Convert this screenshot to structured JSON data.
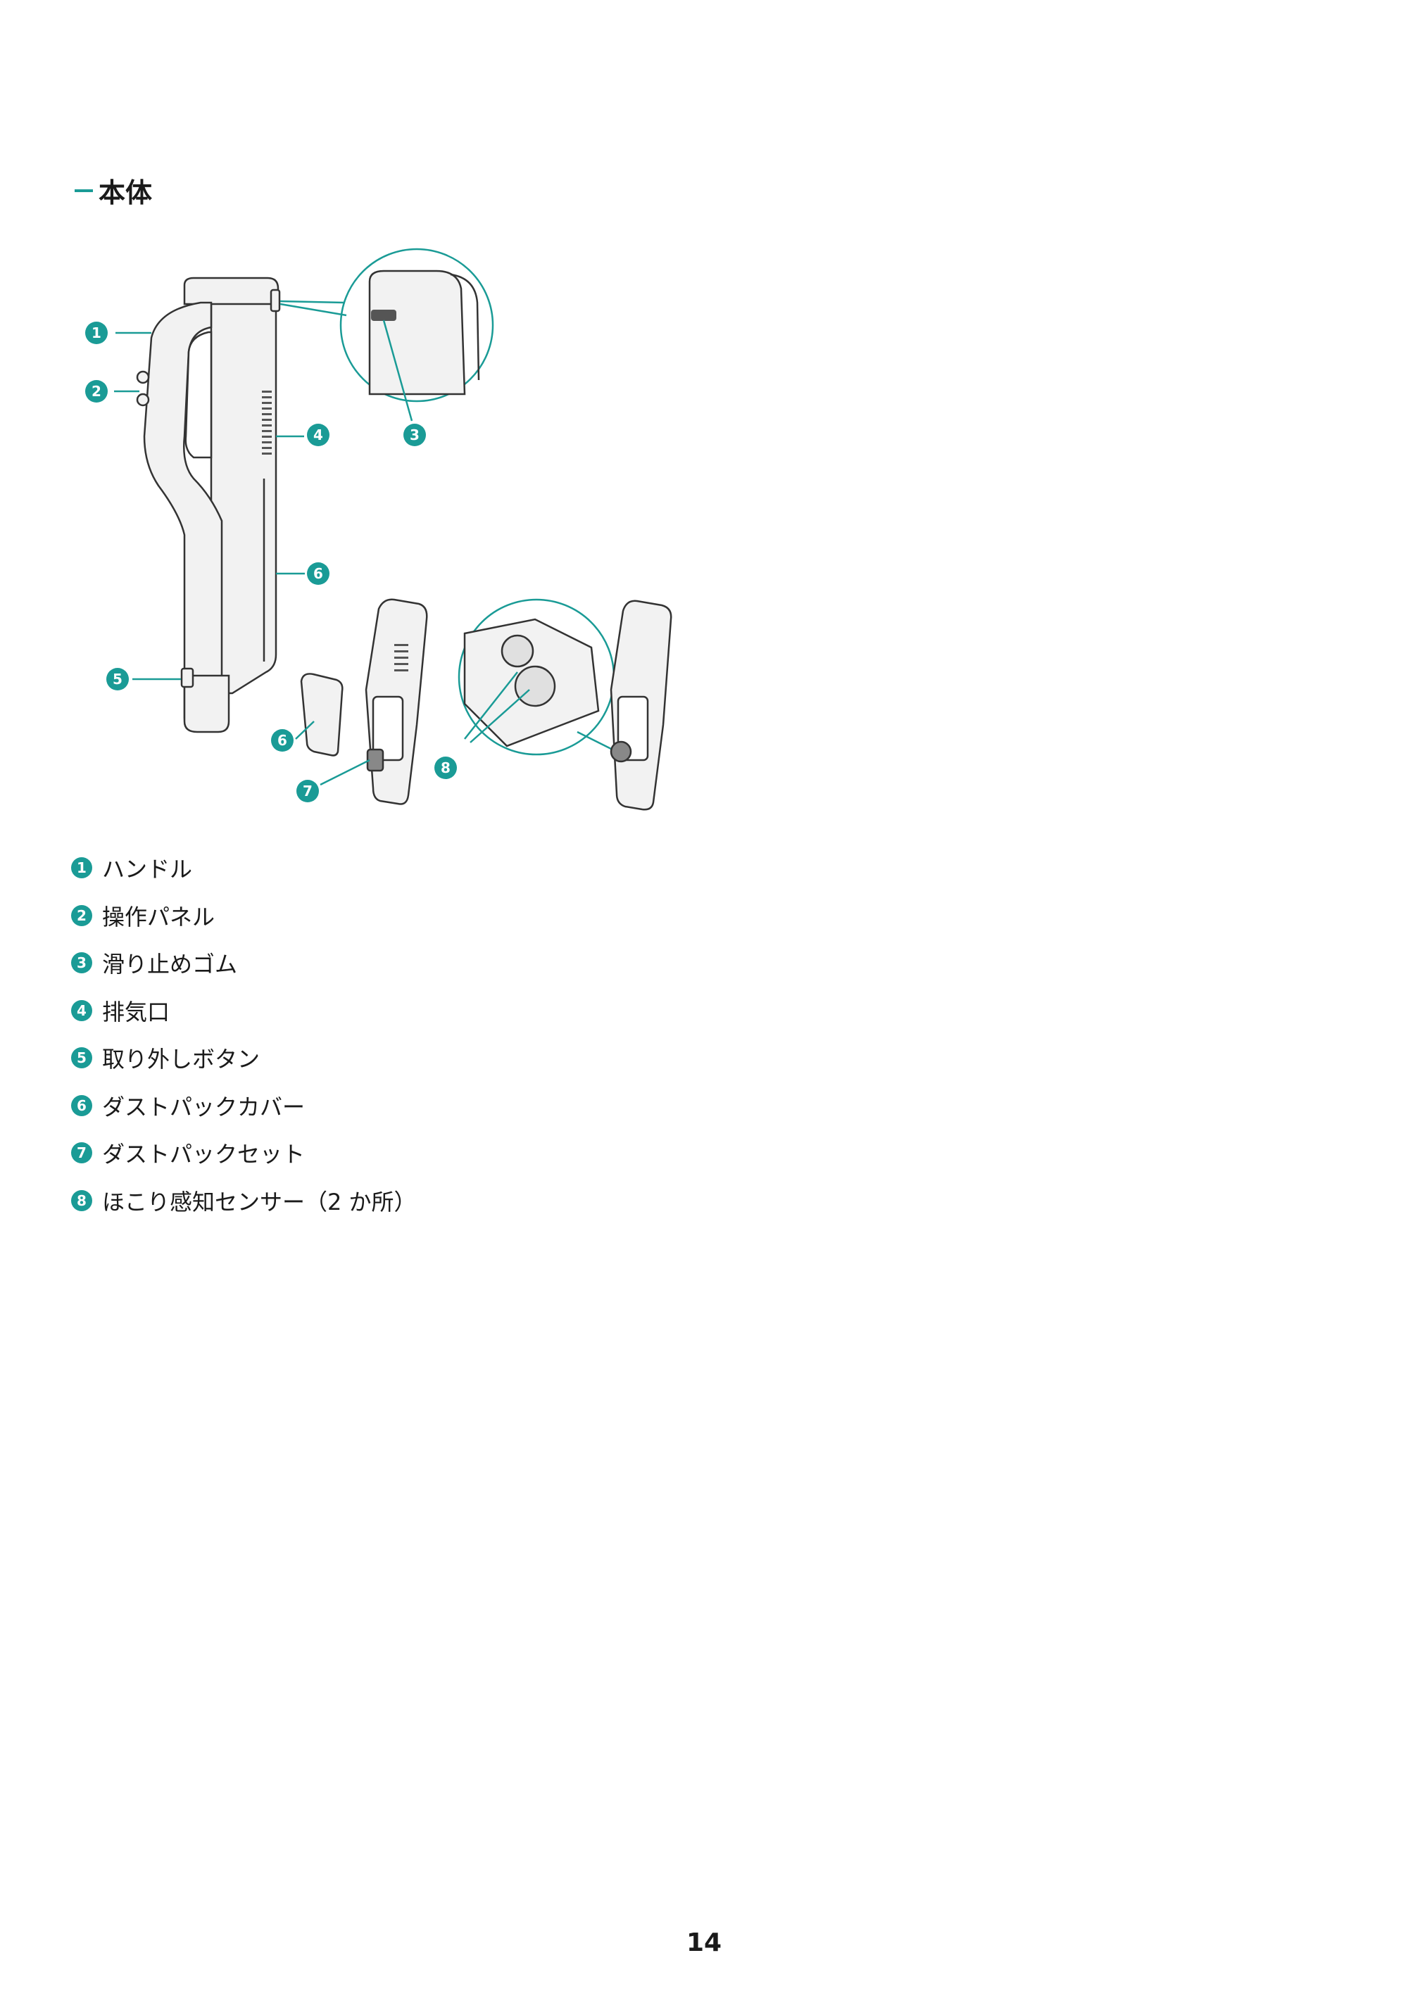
{
  "section_title": "本体",
  "callout_numbers": [
    "1",
    "2",
    "3",
    "4",
    "5",
    "6",
    "6",
    "7",
    "8"
  ],
  "colors": {
    "accent": "#1a9b96",
    "device_fill": "#f2f2f2",
    "device_stroke": "#333333"
  },
  "parts": [
    {
      "number": "1",
      "label": "ハンドル"
    },
    {
      "number": "2",
      "label": "操作パネル"
    },
    {
      "number": "3",
      "label": "滑り止めゴム"
    },
    {
      "number": "4",
      "label": "排気口"
    },
    {
      "number": "5",
      "label": "取り外しボタン"
    },
    {
      "number": "6",
      "label": "ダストパックカバー"
    },
    {
      "number": "7",
      "label": "ダストパックセット"
    },
    {
      "number": "8",
      "label": "ほこり感知センサー（2 か所）"
    }
  ],
  "page_number": "14"
}
